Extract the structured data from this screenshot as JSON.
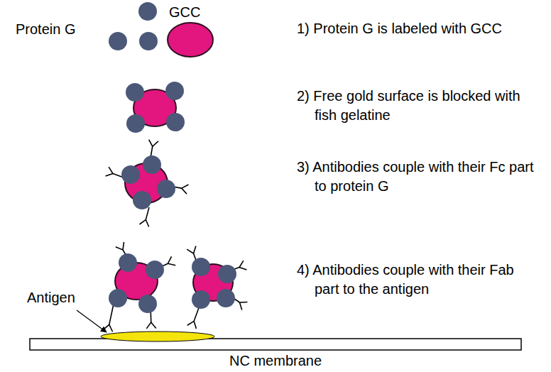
{
  "diagram": {
    "labels": [
      "Protein G",
      "GCC",
      "1) Protein G is labeled with GCC",
      "2) Free gold surface is blocked with fish gelatine",
      "3) Antibodies couple with their Fc part to protein G",
      "4) Antibodies couple with their Fab part to the antigen",
      "Antigen",
      "NC membrane"
    ]
  }
}
